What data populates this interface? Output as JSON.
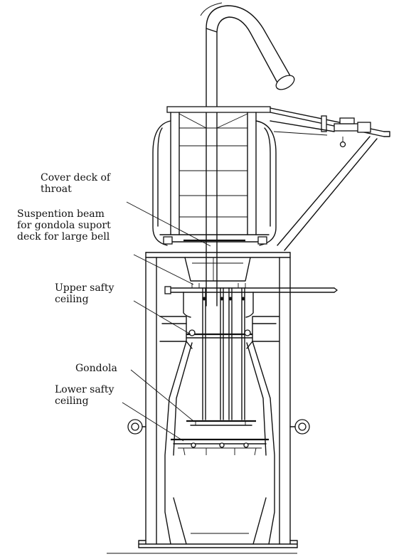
{
  "labels": {
    "cover_deck_line1": "Cover deck of",
    "cover_deck_line2": "throat",
    "suspension_line1": "Suspention beam",
    "suspension_line2": "for gondola suport",
    "suspension_line3": "deck for large bell",
    "upper_ceiling_line1": "Upper safty",
    "upper_ceiling_line2": "ceiling",
    "gondola": "Gondola",
    "lower_ceiling_line1": "Lower safty",
    "lower_ceiling_line2": "ceiling"
  },
  "colors": {
    "ink": "#111111",
    "background": "#ffffff"
  }
}
